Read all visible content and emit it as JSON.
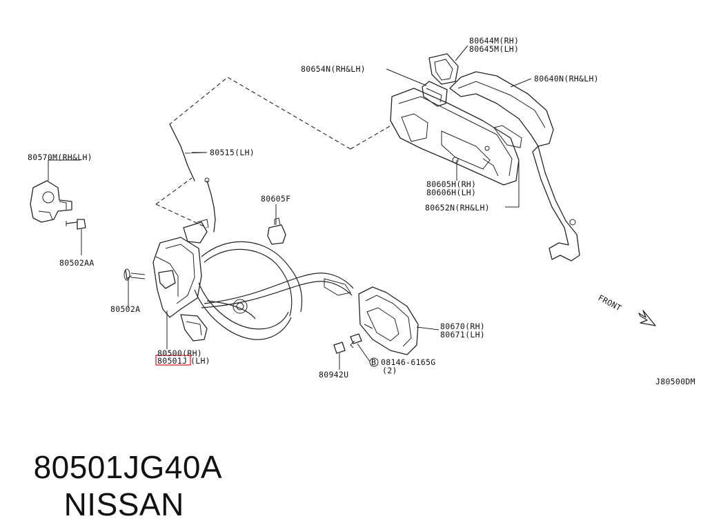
{
  "labels": {
    "l80644m": "80644M(RH)",
    "l80645m": "80645M(LH)",
    "l80654n": "80654N(RH&LH)",
    "l80640n": "80640N(RH&LH)",
    "l80515": "80515(LH)",
    "l80570m": "80570M(RH&LH)",
    "l80605f": "80605F",
    "l80605h": "80605H(RH)",
    "l80606h": "80606H(LH)",
    "l80652n": "80652N(RH&LH)",
    "l80502aa": "80502AA",
    "l80502a": "80502A",
    "l80500": "80500(RH)",
    "l80501_part": "80501J",
    "l80501_side": "(LH)",
    "l80670": "80670(RH)",
    "l80671": "80671(LH)",
    "l80942u": "80942U",
    "l_bolt_circle": "B",
    "l08146": "08146-6165G",
    "l_qty": "(2)",
    "front": "FRONT",
    "diagram_code": "J80500DM"
  },
  "highlight_color": "#e0202a",
  "footer": {
    "part_number": "80501JG40A",
    "brand": "NISSAN"
  }
}
